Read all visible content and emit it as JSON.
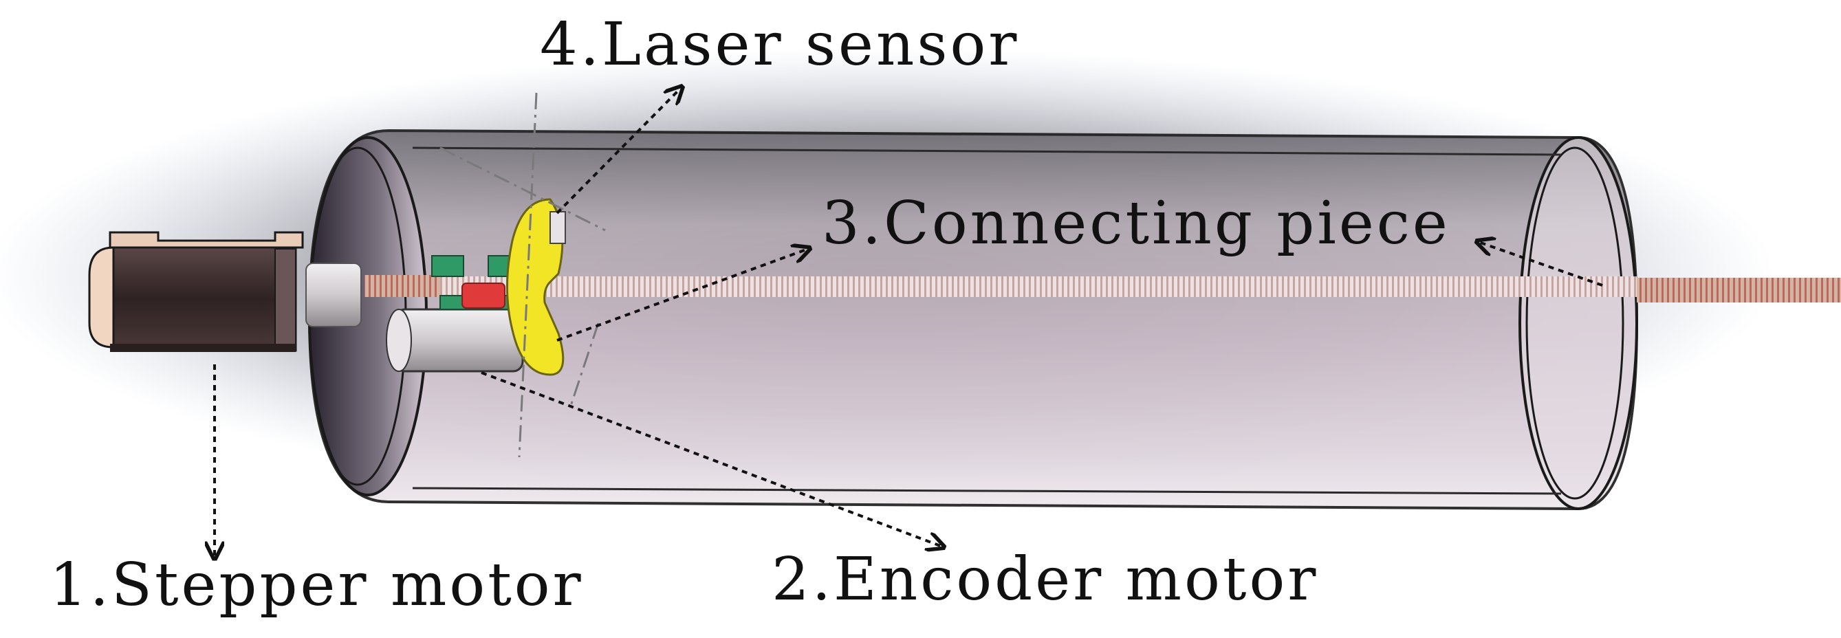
{
  "labels": {
    "laser_sensor": "4.Laser sensor",
    "connecting_piece": "3.Connecting piece",
    "stepper_motor": "1.Stepper motor",
    "encoder_motor": "2.Encoder motor"
  },
  "colors": {
    "tube_edge": "#1a1a1a",
    "tube_fill": "#c9bcc6",
    "lead_screw": "#c9826a",
    "sensor_disc": "#f2e526",
    "motor_body": "#3a2a2a",
    "motor_cap": "#f2d6c2",
    "coupling": "#d8d4d8",
    "circuit_board": "#2f9a66",
    "gear": "#e03a3a",
    "arrow": "#111111"
  }
}
